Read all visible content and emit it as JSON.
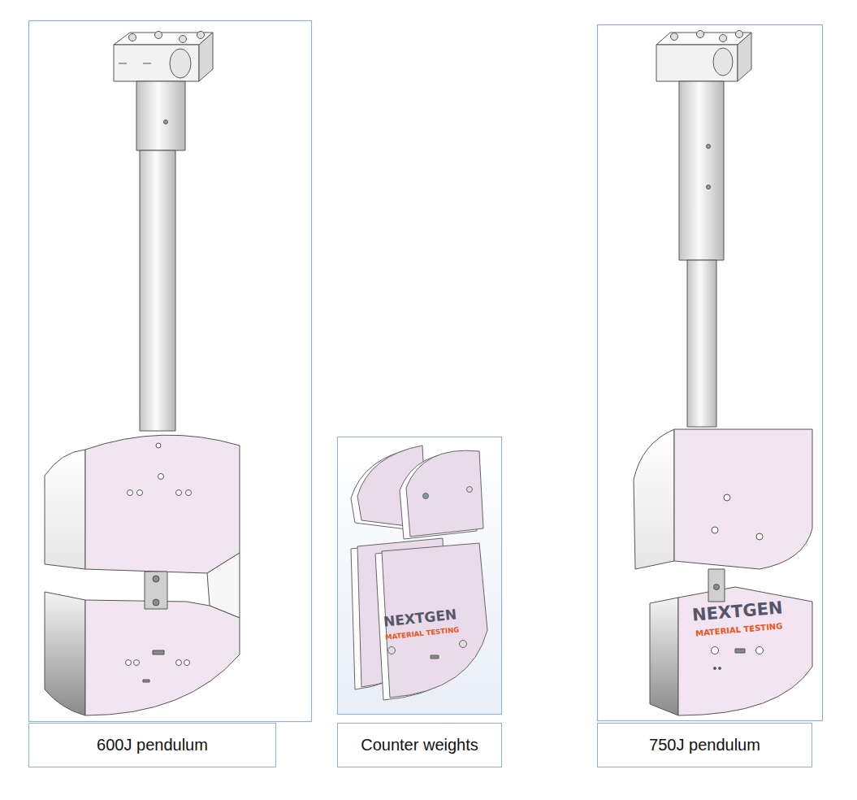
{
  "diagram": {
    "nodes": [
      {
        "text": [
          "600J pendulum"
        ]
      },
      {
        "text": [
          "Counter weights"
        ]
      },
      {
        "text": [
          "750J pendulum"
        ]
      }
    ],
    "labels": [
      "NEXTGEN",
      "MATERIAL TESTING",
      "NEXTGEN",
      "MATERIAL TESTING"
    ]
  }
}
